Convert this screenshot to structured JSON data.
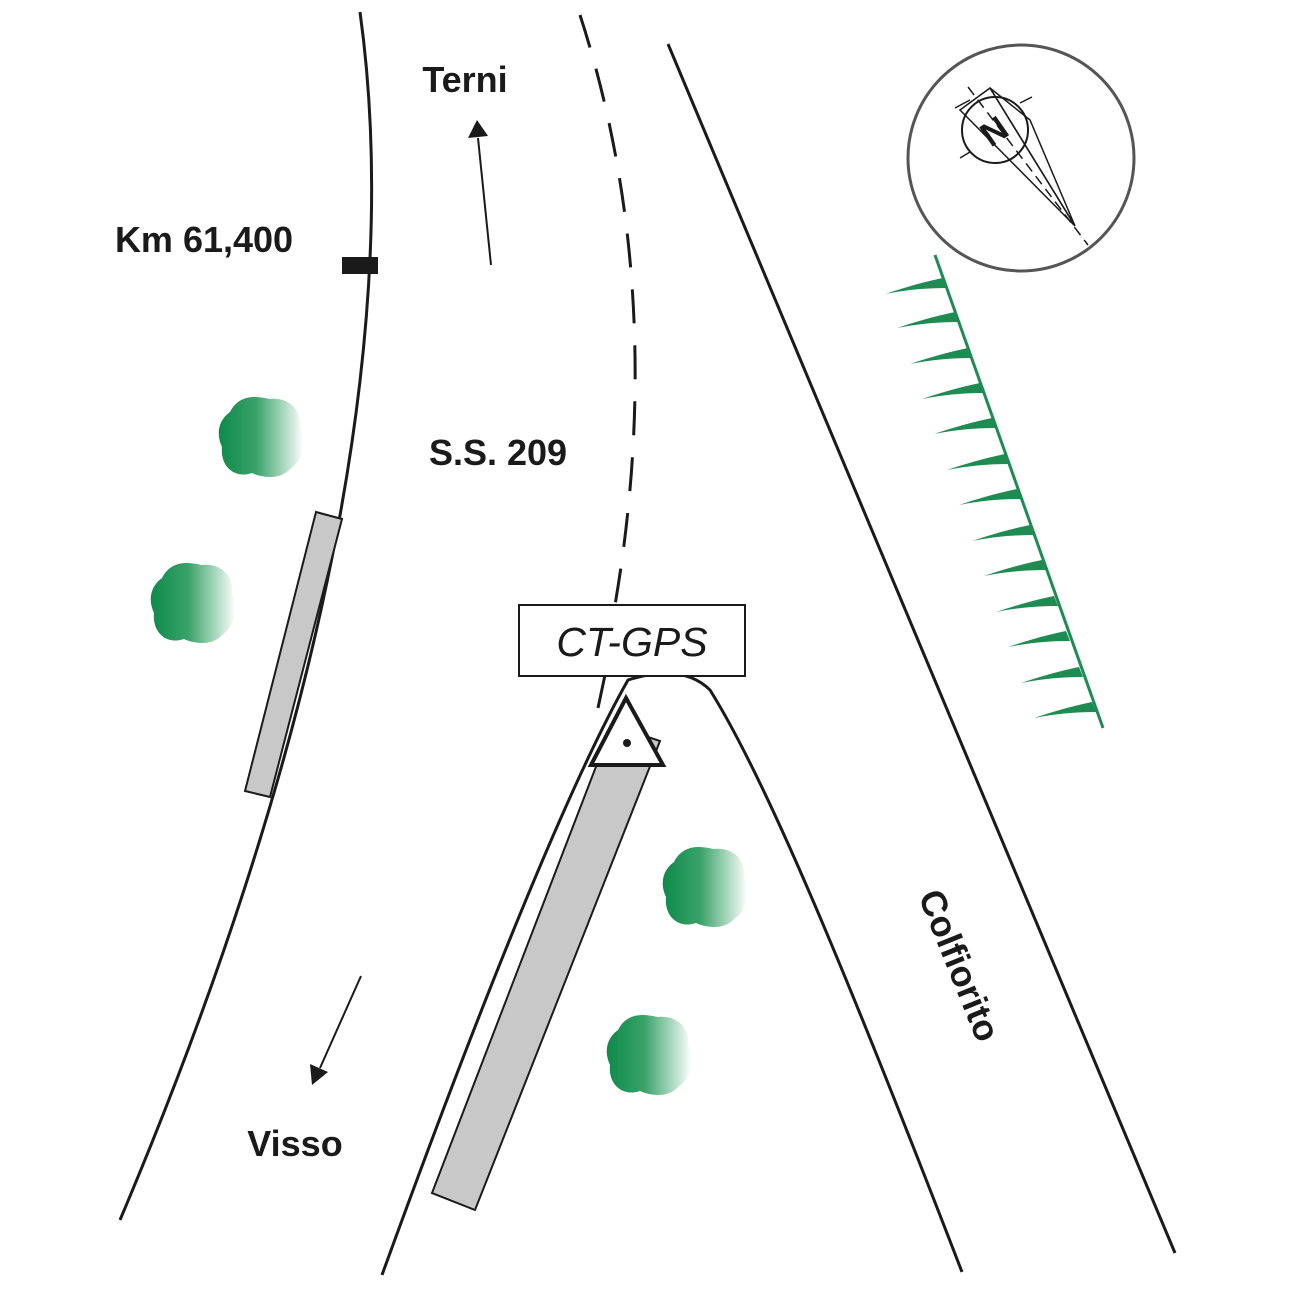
{
  "labels": {
    "terni": "Terni",
    "km_marker": "Km 61,400",
    "road": "S.S. 209",
    "station": "CT-GPS",
    "colfiorito": "Colfiorito",
    "visso": "Visso",
    "north": "N"
  },
  "colors": {
    "line": "#1a1a1a",
    "building_fill": "#c8c8c8",
    "tree_green": "#0e8a4a",
    "slope_green": "#1e8c52",
    "compass_ring": "#555555"
  },
  "icons": [
    "tree-icon",
    "north-arrow-icon",
    "gps-station-triangle-icon",
    "slope-hachure-icon"
  ]
}
